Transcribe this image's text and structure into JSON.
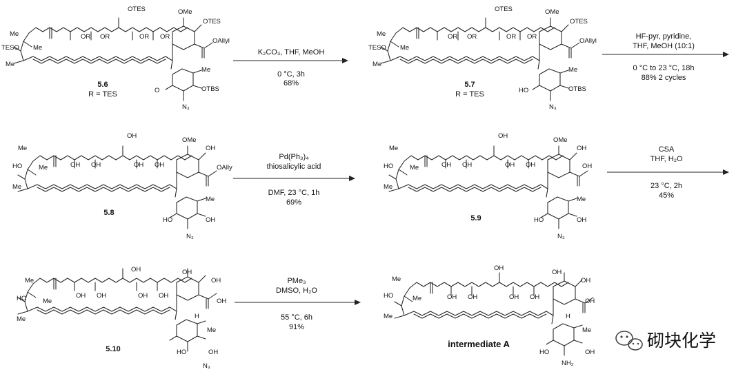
{
  "compounds": {
    "c56": {
      "id": "5.6",
      "r_def": "R = TES"
    },
    "c57": {
      "id": "5.7",
      "r_def": "R = TES"
    },
    "c58": {
      "id": "5.8"
    },
    "c59": {
      "id": "5.9"
    },
    "c510": {
      "id": "5.10"
    },
    "final": {
      "label": "intermediate A"
    }
  },
  "steps": [
    {
      "reagents": "K₂CO₃, THF, MeOH",
      "conditions": "0 °C, 3h",
      "yield": "68%"
    },
    {
      "reagents_1": "HF-pyr, pyridine,",
      "reagents_2": "THF, MeOH (10:1)",
      "conditions": "0 °C to 23 °C, 18h",
      "yield": "88% 2 cycles"
    },
    {
      "reagents_1": "Pd(Ph₃)₄",
      "reagents_2": "thiosalicylic acid",
      "conditions": "DMF, 23 °C, 1h",
      "yield": "69%"
    },
    {
      "reagents_1": "CSA",
      "reagents_2": "THF, H₂O",
      "conditions": "23 °C, 2h",
      "yield": "45%"
    },
    {
      "reagents_1": "PMe₃",
      "reagents_2": "DMSO, H₂O",
      "conditions": "55 °C, 6h",
      "yield": "91%"
    }
  ],
  "labels": {
    "otes": "OTES",
    "ome": "OMe",
    "oh": "OH",
    "or": "OR",
    "tes_o": "TESO",
    "me": "Me",
    "ho": "HO",
    "h": "H",
    "o": "O",
    "oallyl": "OAllyl",
    "oally": "OAlly",
    "otbs": "OTBS",
    "n3": "N₃",
    "nh2": "NH₂"
  },
  "watermark": {
    "text": "砌块化学",
    "icon": "wechat-icon"
  }
}
